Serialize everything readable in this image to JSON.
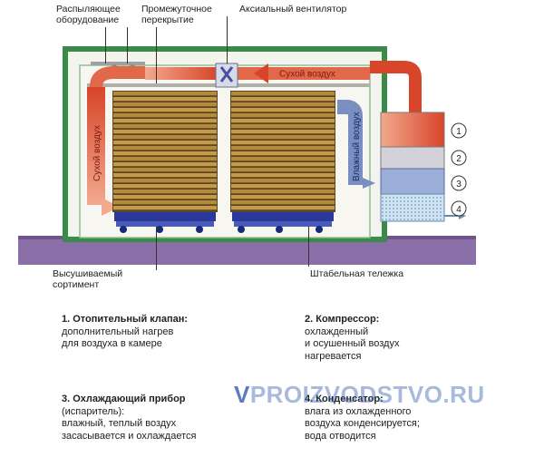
{
  "labels": {
    "spray": "Распыляющее оборудование",
    "partition": "Промежуточное перекрытие",
    "fan": "Аксиальный вентилятор",
    "dry_air_top": "Сухой воздух",
    "dry_air_left": "Сухой воздух",
    "humid_air": "Влажный воздух",
    "lumber": "Высушиваемый сортимент",
    "trolley": "Штабельная тележка"
  },
  "numbers": [
    "1",
    "2",
    "3",
    "4"
  ],
  "notes": [
    {
      "title": "1. Отопительный клапан:",
      "lines": [
        "дополнительный нагрев",
        "для воздуха в камере"
      ]
    },
    {
      "title": "2. Компрессор:",
      "lines": [
        "охлажденный",
        "и осушенный воздух",
        "нагревается"
      ]
    },
    {
      "title": "3. Охлаждающий прибор",
      "lines": [
        "(испаритель):",
        "влажный, теплый воздух",
        "засасывается и охлаждается"
      ]
    },
    {
      "title": "4. Конденсатор:",
      "lines": [
        "влага из охлажденного",
        "воздуха конденсируется;",
        "вода отводится"
      ]
    }
  ],
  "watermark": {
    "v": "V",
    "rest": "PROIZVODSTVO.RU"
  },
  "colors": {
    "wall": "#3a8a4a",
    "hot_air": "#d84a2a",
    "humid_air": "#7a8fc0",
    "floor": "#8a6fa8",
    "board": "#b78a3a",
    "trolley": "#2a3a9a"
  }
}
